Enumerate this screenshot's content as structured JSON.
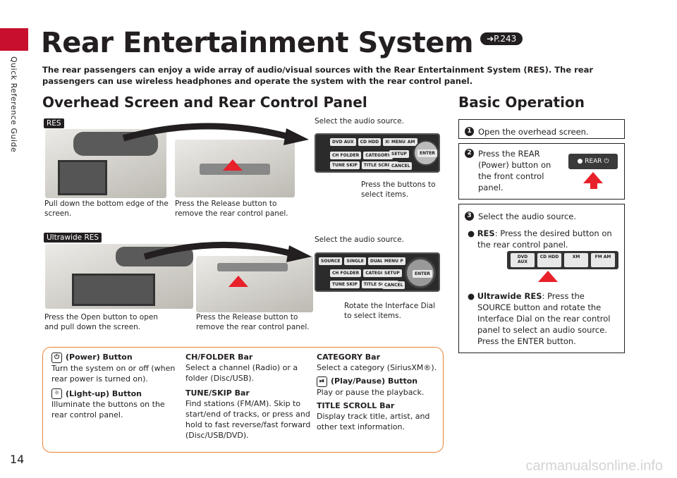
{
  "side_label": "Quick Reference Guide",
  "page_number": "14",
  "watermark": "carmanualsonline.info",
  "title": "Rear Entertainment System",
  "title_ref": "P.243",
  "intro": "The rear passengers can enjoy a wide array of audio/visual sources with the Rear Entertainment System (RES). The rear passengers can use wireless headphones and operate the system with the rear control panel.",
  "left_heading": "Overhead Screen and Rear Control Panel",
  "right_heading": "Basic Operation",
  "res": {
    "tag": "RES",
    "select_source": "Select the audio source.",
    "press_buttons": "Press the buttons to select items.",
    "pull_down": "Pull down the bottom edge of the screen.",
    "release": "Press the Release button to remove the rear control panel.",
    "panel_buttons": [
      "DVD AUX",
      "CD HDD",
      "XM",
      "FM AM",
      "MENU",
      "SETUP",
      "CANCEL",
      "CH FOLDER",
      "CATEGORY",
      "TUNE SKIP",
      "TITLE SCROLL",
      "ENTER"
    ]
  },
  "ultrawide": {
    "tag": "Ultrawide RES",
    "select_source": "Select the audio source.",
    "rotate": "Rotate the Interface Dial to select items.",
    "open": "Press the Open button to open and pull down the screen.",
    "release": "Press the Release button to remove the rear control panel.",
    "panel_buttons": [
      "SOURCE",
      "SINGLE",
      "DUAL",
      "SWAP",
      "MENU",
      "SETUP",
      "CANCEL",
      "CH FOLDER",
      "CATEGORY",
      "TUNE SKIP",
      "TITLE SCROLL",
      "ENTER"
    ]
  },
  "steps": [
    {
      "num": "1",
      "text": "Open the overhead screen."
    },
    {
      "num": "2",
      "text": "Press the REAR (Power) button on the front control panel.",
      "button_label": "REAR"
    },
    {
      "num": "3",
      "text": "Select the audio source.",
      "bullet1_label": "RES",
      "bullet1_text": ": Press the desired button on the rear control panel.",
      "source_buttons": [
        "DVD AUX",
        "CD HDD",
        "XM",
        "FM AM"
      ],
      "bullet2_label": "Ultrawide RES",
      "bullet2_text": ": Press the SOURCE button and rotate the Interface Dial on the rear control panel to select an audio source. Press the ENTER button."
    }
  ],
  "legend": {
    "col1": [
      {
        "heading": "(Power) Button",
        "icon": "power-icon",
        "text": "Turn the system on or off (when rear power is turned on)."
      },
      {
        "heading": "(Light-up) Button",
        "icon": "light-icon",
        "text": "Illuminate the buttons on the rear control panel."
      }
    ],
    "col2": [
      {
        "heading": "CH/FOLDER Bar",
        "text": "Select a channel (Radio) or a folder (Disc/USB)."
      },
      {
        "heading": "TUNE/SKIP Bar",
        "text": "Find stations (FM/AM). Skip to start/end of tracks, or press and hold to fast reverse/fast forward (Disc/USB/DVD)."
      }
    ],
    "col3": [
      {
        "heading": "CATEGORY Bar",
        "text": "Select a category (SiriusXM®)."
      },
      {
        "heading": "(Play/Pause) Button",
        "icon": "play-pause-icon",
        "text": "Play or pause the playback."
      },
      {
        "heading": "TITLE SCROLL Bar",
        "text": "Display track title, artist, and other text information."
      }
    ]
  },
  "colors": {
    "accent_red": "#c8102e",
    "legend_border": "#e8833a",
    "arrow_red": "#e8202a"
  }
}
